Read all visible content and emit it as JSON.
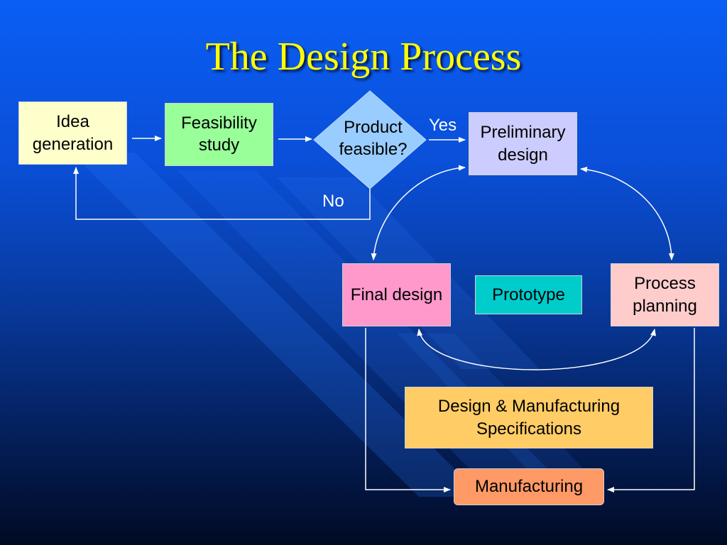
{
  "title": "The Design Process",
  "nodes": {
    "idea": "Idea generation",
    "feasibility": "Feasibility study",
    "decision": "Product feasible?",
    "preliminary": "Preliminary design",
    "final": "Final design",
    "prototype": "Prototype",
    "process_planning": "Process planning",
    "specifications": "Design & Manufacturing Specifications",
    "manufacturing": "Manufacturing"
  },
  "labels": {
    "yes": "Yes",
    "no": "No"
  },
  "colors": {
    "title": "#ffff00",
    "idea": "#ffffcc",
    "feasibility": "#99ff99",
    "decision": "#99ccff",
    "preliminary": "#ccccff",
    "final": "#ff99cc",
    "prototype": "#00cccc",
    "process_planning": "#ffcccc",
    "specifications": "#ffcc66",
    "manufacturing": "#ff9966",
    "connector": "#ffffff"
  }
}
